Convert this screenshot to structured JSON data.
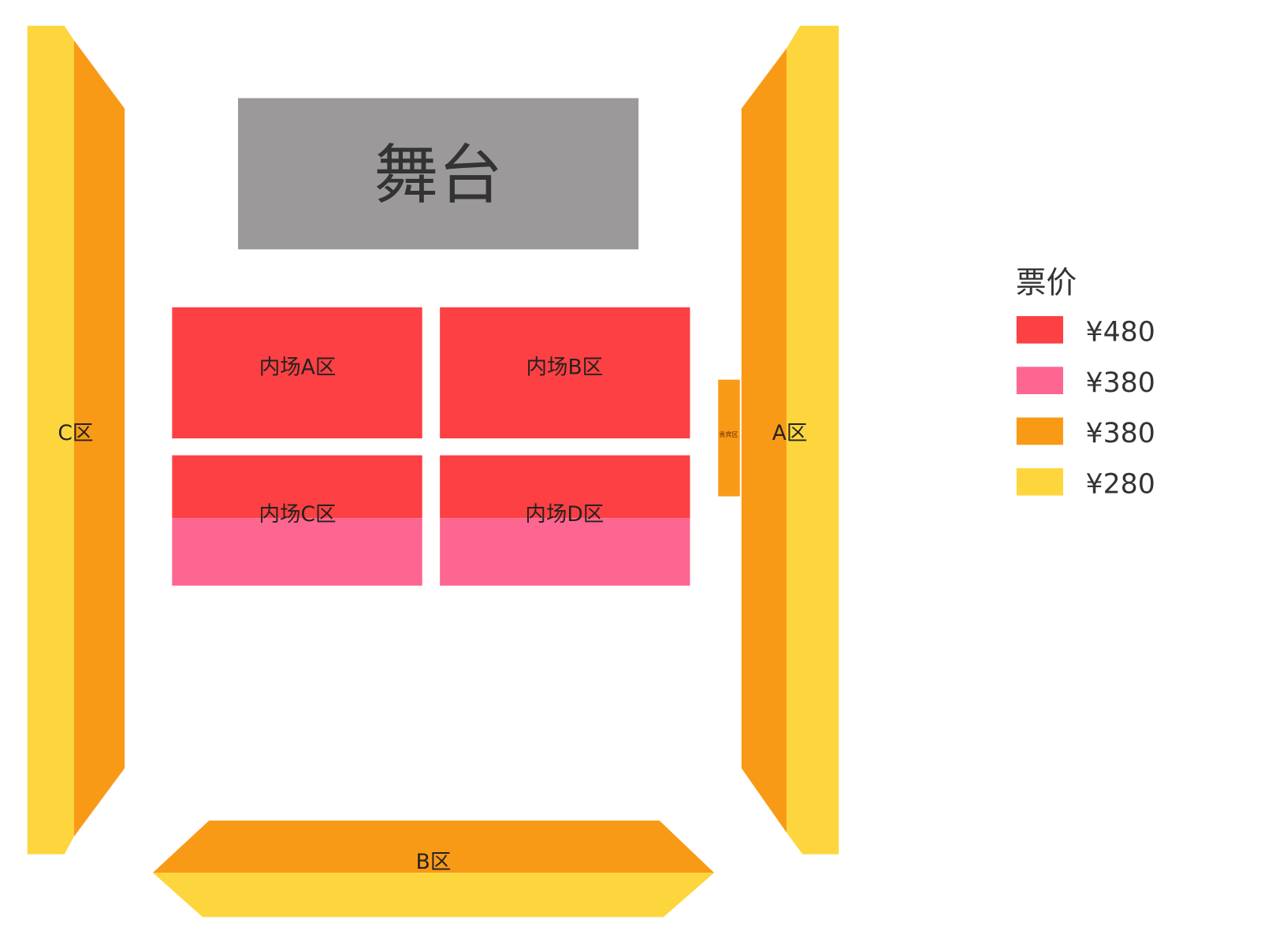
{
  "stage": {
    "label": "舞台"
  },
  "sections": {
    "c_zone": {
      "label": "C区",
      "price_tier": "yellow_orange"
    },
    "a_zone": {
      "label": "A区"
    },
    "b_zone": {
      "label": "B区"
    },
    "vip": {
      "label": "贵宾区"
    },
    "inner_a": {
      "label": "内场A区"
    },
    "inner_b": {
      "label": "内场B区"
    },
    "inner_c": {
      "label": "内场C区"
    },
    "inner_d": {
      "label": "内场D区"
    }
  },
  "legend": {
    "title": "票价",
    "items": [
      {
        "color": "#fc4043",
        "price": "¥480"
      },
      {
        "color": "#fd6690",
        "price": "¥380"
      },
      {
        "color": "#f99a17",
        "price": "¥380"
      },
      {
        "color": "#fdd63d",
        "price": "¥280"
      }
    ]
  },
  "colors": {
    "stage": "#9b999a",
    "red": "#fc4043",
    "pink": "#fd6690",
    "orange": "#f99a17",
    "yellow": "#fdd63d"
  }
}
